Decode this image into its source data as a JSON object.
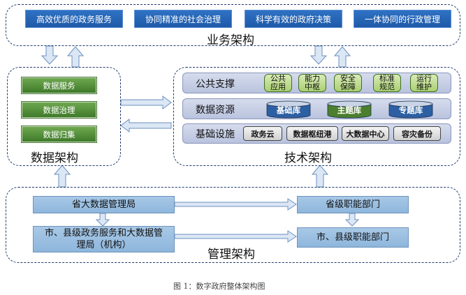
{
  "business": {
    "boxes": [
      "高效优质的政务服务",
      "协同精准的社会治理",
      "科学有效的政府决策",
      "一体协同的行政管理"
    ],
    "title": "业务架构"
  },
  "data_arch": {
    "items": [
      "数据服务",
      "数据治理",
      "数据归集"
    ],
    "title": "数据架构"
  },
  "tech": {
    "title": "技术架构",
    "public_support": {
      "label": "公共支撑",
      "items": [
        "公共\n应用",
        "能力\n中枢",
        "安全\n保障",
        "标准\n规范",
        "运行\n维护"
      ]
    },
    "data_resources": {
      "label": "数据资源",
      "items": [
        "基础库",
        "主题库",
        "专题库"
      ],
      "colors": [
        "#2d5fa3",
        "#4b7f2d",
        "#2d5fa3"
      ]
    },
    "infrastructure": {
      "label": "基础设施",
      "items": [
        "政务云",
        "数据枢纽港",
        "大数据中心",
        "容灾备份"
      ]
    }
  },
  "management": {
    "title": "管理架构",
    "provincial_bureau": "省大数据管理局",
    "city_county_bureau": "市、县级政务服务和大数据管理局（机构）",
    "provincial_departments": "省级职能部门",
    "city_county_departments": "市、县级职能部门"
  },
  "caption": "图 1：数字政府整体架构图"
}
